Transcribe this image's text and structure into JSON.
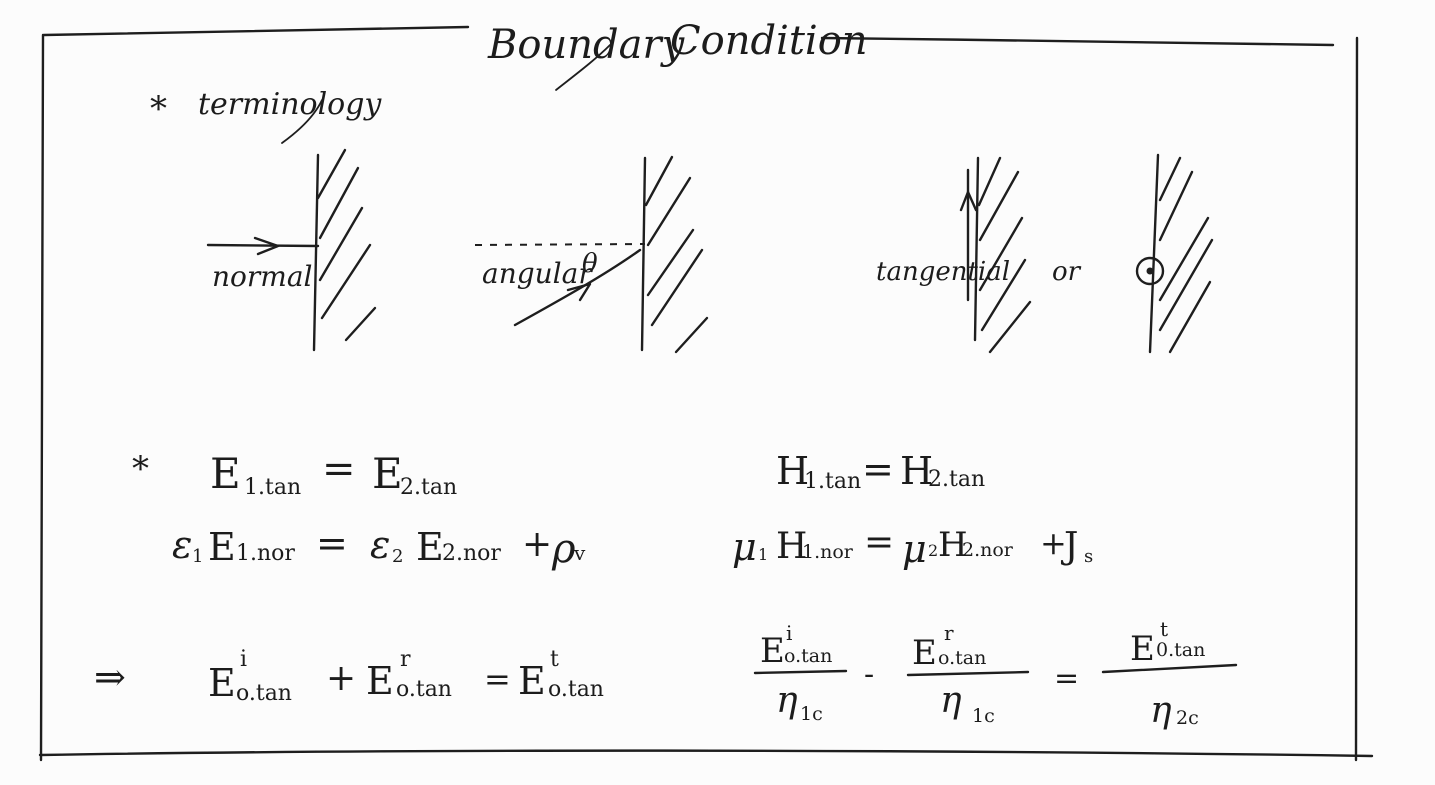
{
  "page": {
    "title_left": "Boundary",
    "title_right": "Condition",
    "bullet": "*",
    "section_label": "terminology"
  },
  "diagrams": {
    "normal_label": "normal",
    "angular_label": "angular",
    "angle_symbol": "θ",
    "tangential_label": "tangential",
    "or_label": "or",
    "out_of_page_icon": "dot-in-circle-icon"
  },
  "equations": {
    "bullet": "*",
    "implies": "⇒",
    "e_tan": {
      "lhs_base": "E",
      "lhs_sub": "1.tan",
      "eq": "=",
      "rhs_base": "E",
      "rhs_sub": "2.tan"
    },
    "h_tan": {
      "lhs_base": "H",
      "lhs_sub": "1.tan",
      "eq": "=",
      "rhs_base": "H",
      "rhs_sub": "2.tan"
    },
    "e_nor": {
      "lhs_coef": "ε",
      "lhs_coef_sub": "1",
      "lhs_base": "E",
      "lhs_sub": "1.nor",
      "eq": "=",
      "rhs_coef": "ε",
      "rhs_coef_sub": "2",
      "rhs_base": "E",
      "rhs_sub": "2.nor",
      "plus": "+",
      "extra": "ρ",
      "extra_sub": "v"
    },
    "h_nor": {
      "lhs_coef": "μ",
      "lhs_coef_sub": "1",
      "lhs_base": "H",
      "lhs_sub": "1.nor",
      "eq": "=",
      "rhs_coef": "μ",
      "rhs_coef_sub": "2",
      "rhs_base": "H",
      "rhs_sub": "2.nor",
      "plus": "+",
      "extra": "J",
      "extra_sub": "s"
    },
    "e_field_sum": {
      "t1_base": "E",
      "t1_sup": "i",
      "t1_sub": "o.tan",
      "plus": "+",
      "t2_base": "E",
      "t2_sup": "r",
      "t2_sub": "o.tan",
      "eq": "=",
      "t3_base": "E",
      "t3_sup": "t",
      "t3_sub": "o.tan"
    },
    "h_field_frac": {
      "n1_base": "E",
      "n1_sup": "i",
      "n1_sub": "o.tan",
      "d1_base": "η",
      "d1_sub": "1c",
      "minus": "-",
      "n2_base": "E",
      "n2_sup": "r",
      "n2_sub": "o.tan",
      "d2_base": "η",
      "d2_sub": "1c",
      "eq": "=",
      "n3_base": "E",
      "n3_sup": "t",
      "n3_sub": "0.tan",
      "d3_base": "η",
      "d3_sub": "2c"
    }
  }
}
